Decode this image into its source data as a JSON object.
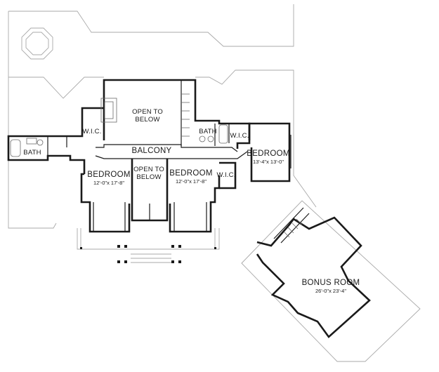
{
  "rooms": {
    "open_to_below_top": {
      "line1": "OPEN TO",
      "line2": "BELOW"
    },
    "open_to_below_mid": {
      "line1": "OPEN TO",
      "line2": "BELOW"
    },
    "balcony": {
      "name": "BALCONY"
    },
    "bath_left": {
      "name": "BATH"
    },
    "bath_center": {
      "name": "BATH"
    },
    "wic_left": {
      "name": "W.I.C."
    },
    "wic_upper_right": {
      "name": "W.I.C."
    },
    "wic_lower": {
      "name": "W.I.C."
    },
    "bedroom_left": {
      "name": "BEDROOM",
      "size": "12'-0\"x 17'-8\""
    },
    "bedroom_center": {
      "name": "BEDROOM",
      "size": "12'-0\"x 17'-8\""
    },
    "bedroom_right": {
      "name": "BEDROOM",
      "size": "13'-4\"x 13'-0\""
    },
    "bonus_room": {
      "name": "BONUS ROOM",
      "size": "26'-0\"x 23'-4\""
    }
  }
}
